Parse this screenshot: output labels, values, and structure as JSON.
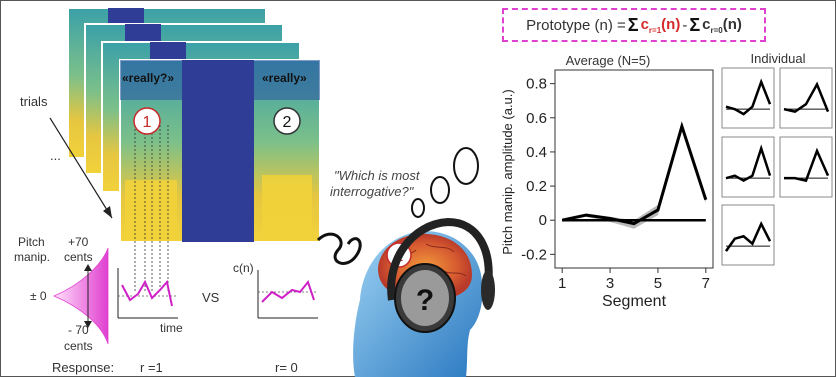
{
  "formula": {
    "prefix": "Prototype (n) =",
    "sum1": "Σ",
    "c1": "c",
    "r1_sub": "r=1",
    "n1": "(n)",
    "minus": "-",
    "sum2": "Σ",
    "c2": "c",
    "r0_sub": "r=0",
    "n2": "(n)"
  },
  "left": {
    "spec_word1": "«really?»",
    "spec_word2": "«really»",
    "marker1": "1",
    "marker2": "2",
    "trials_label": "trials",
    "ellipsis": "...",
    "pitch_label_line1": "Pitch",
    "pitch_label_line2": "manip.",
    "plus70_line1": "+70",
    "plus70_line2": "cents",
    "zero": "± 0",
    "minus70_line1": "- 70",
    "minus70_line2": "cents",
    "time_label": "time",
    "vs_label": "VS",
    "cn_label": "c(n)",
    "response_label": "Response:",
    "r1_label": "r =1",
    "r0_label": "r= 0"
  },
  "middle": {
    "question_line1": "\"Which is most",
    "question_line2": "interrogative?\"",
    "head_marker": "1",
    "headphone_symbol": "?"
  },
  "chart_data": [
    {
      "type": "line",
      "title": "Average (N=5)",
      "xlabel": "Segment",
      "ylabel": "Pitch manip. amplitude (a.u.)",
      "x": [
        1,
        2,
        3,
        4,
        5,
        6,
        7
      ],
      "xticks": [
        "1",
        "3",
        "5",
        "7"
      ],
      "yticks": [
        "-0.2",
        "0",
        "0.2",
        "0.4",
        "0.6",
        "0.8"
      ],
      "ylim": [
        -0.28,
        0.88
      ],
      "series": [
        {
          "values": [
            0.0,
            0.03,
            0.01,
            -0.02,
            0.06,
            0.55,
            0.12
          ],
          "color": "#000000"
        }
      ],
      "band_lower": [
        -0.01,
        0.02,
        -0.01,
        -0.05,
        0.03,
        0.53,
        0.1
      ],
      "band_upper": [
        0.01,
        0.04,
        0.02,
        0.0,
        0.09,
        0.57,
        0.14
      ],
      "baseline": 0
    },
    {
      "type": "line",
      "title": "Individual",
      "small_multiples": [
        [
          0.05,
          0.0,
          -0.1,
          0.05,
          0.55,
          0.1
        ],
        [
          0.0,
          -0.05,
          0.1,
          0.5,
          -0.05
        ],
        [
          0.0,
          0.05,
          -0.05,
          0.05,
          0.6,
          0.05
        ],
        [
          0.0,
          0.0,
          -0.05,
          0.55,
          0.05
        ],
        [
          -0.1,
          0.15,
          0.2,
          0.05,
          0.45,
          0.1
        ]
      ]
    }
  ]
}
